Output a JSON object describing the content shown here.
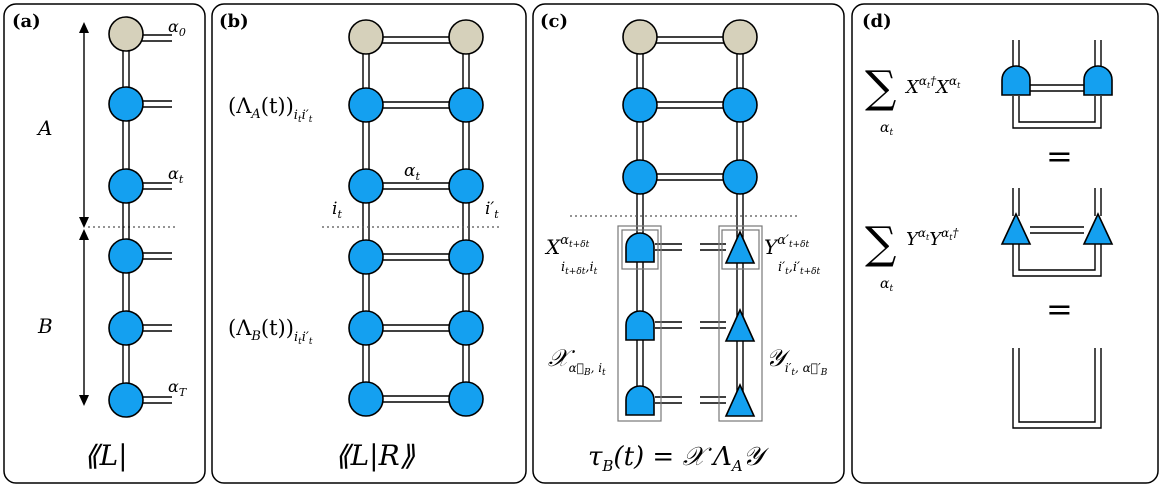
{
  "panels": {
    "a": {
      "label": "(a)",
      "sym_alpha0": "α",
      "sub_alpha0": "0",
      "sym_alphat": "α",
      "sub_alphat": "t",
      "sym_alphaT": "α",
      "sub_alphaT": "T",
      "region_A": "A",
      "region_B": "B",
      "caption": "⟪L|"
    },
    "b": {
      "label": "(b)",
      "lambdaA_main": "(Λ",
      "lambdaA_sub": "A",
      "lambdaA_rest": "(t))",
      "lambdaA_idx": "i",
      "lambdaA_idx_t": "t",
      "lambdaA_idx2": "i′",
      "lambdaA_idx2_t": "t",
      "lambdaB_main": "(Λ",
      "lambdaB_sub": "B",
      "lambdaB_rest": "(t))",
      "lambdaB_idx": "i",
      "lambdaB_idx_t": "t",
      "lambdaB_idx2": "i′",
      "lambdaB_idx2_t": "t",
      "alpha_t": "α",
      "alpha_t_sub": "t",
      "i_t": "i",
      "i_t_sub": "t",
      "i_t_prime": "i′",
      "i_t_prime_sub": "t",
      "caption": "⟪L|R⟫"
    },
    "c": {
      "label": "(c)",
      "X_sym": "X",
      "X_sup": "α",
      "X_sup_sub": "t+δt",
      "X_sub": "i",
      "X_sub_a": "t+δt",
      "X_sub_b": ",i",
      "X_sub_c": "t",
      "Y_sym": "Y",
      "Y_sup": "α′",
      "Y_sup_sub": "t+δt",
      "Y_sub": "i′",
      "Y_sub_a": "t",
      "Y_sub_b": ",i′",
      "Y_sub_c": "t+δt",
      "calX": "𝒳",
      "calX_sub": "α⃗",
      "calX_sub_b": "B",
      "calX_sub_c": ", i",
      "calX_sub_d": "t",
      "calY": "𝒴",
      "calY_sub": "i′",
      "calY_sub_b": "t",
      "calY_sub_c": ", α⃗′",
      "calY_sub_d": "B",
      "caption_tau": "τ",
      "caption_sub": "B",
      "caption_rest": "(t) = 𝒳 Λ",
      "caption_sub2": "A",
      "caption_end": "𝒴"
    },
    "d": {
      "label": "(d)",
      "sum1": "∑",
      "sum1_idx": "α",
      "sum1_idx_sub": "t",
      "expr1_a": "X",
      "expr1_a_sup": "α",
      "expr1_a_sup_sub": "t",
      "expr1_a_dag": "†",
      "expr1_b": "X",
      "expr1_b_sup": "α",
      "expr1_b_sup_sub": "t",
      "equals1": "=",
      "sum2": "∑",
      "sum2_idx": "α",
      "sum2_idx_sub": "t",
      "expr2_a": "Y",
      "expr2_a_sup": "α",
      "expr2_a_sup_sub": "t",
      "expr2_b": "Y",
      "expr2_b_sup": "α",
      "expr2_b_sup_sub": "t",
      "expr2_b_dag": "†",
      "equals2": "="
    }
  },
  "colors": {
    "node_blue": "#14a0f0",
    "node_gray": "#d6d1bb",
    "line": "#000000"
  }
}
